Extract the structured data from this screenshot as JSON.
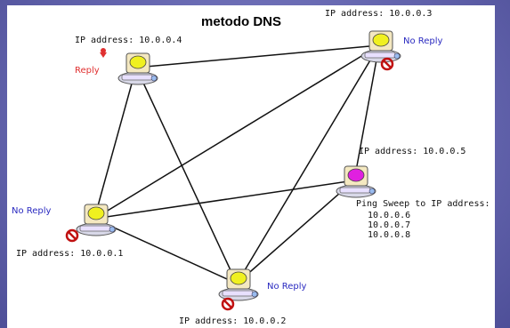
{
  "title": "metodo DNS",
  "colors": {
    "reply": "#e03030",
    "no_reply": "#2a2ac0",
    "sweeper_screen": "#e020e0",
    "host_screen": "#f0f020"
  },
  "nodes": [
    {
      "id": "host-4",
      "ip_label": "IP address: 10.0.0.4",
      "status": "Reply",
      "screen": "yellow",
      "icon": "computer-icon",
      "status_icon": "pin-icon"
    },
    {
      "id": "host-3",
      "ip_label": "IP address: 10.0.0.3",
      "status": "No Reply",
      "screen": "yellow",
      "icon": "computer-icon",
      "status_icon": "no-entry-icon"
    },
    {
      "id": "host-5",
      "ip_label": "IP address: 10.0.0.5",
      "status": "",
      "screen": "magenta",
      "icon": "computer-icon"
    },
    {
      "id": "host-1",
      "ip_label": "IP address: 10.0.0.1",
      "status": "No Reply",
      "screen": "yellow",
      "icon": "computer-icon",
      "status_icon": "no-entry-icon"
    },
    {
      "id": "host-2",
      "ip_label": "IP address: 10.0.0.2",
      "status": "No Reply",
      "screen": "yellow",
      "icon": "computer-icon",
      "status_icon": "no-entry-icon"
    }
  ],
  "ping_sweep": {
    "heading": "Ping Sweep to IP address:",
    "targets": [
      "10.0.0.6",
      "10.0.0.7",
      "10.0.0.8"
    ]
  },
  "links": [
    [
      "host-4",
      "host-3"
    ],
    [
      "host-4",
      "host-1"
    ],
    [
      "host-4",
      "host-2"
    ],
    [
      "host-3",
      "host-1"
    ],
    [
      "host-3",
      "host-2"
    ],
    [
      "host-3",
      "host-5"
    ],
    [
      "host-1",
      "host-5"
    ],
    [
      "host-1",
      "host-2"
    ],
    [
      "host-5",
      "host-2"
    ]
  ]
}
